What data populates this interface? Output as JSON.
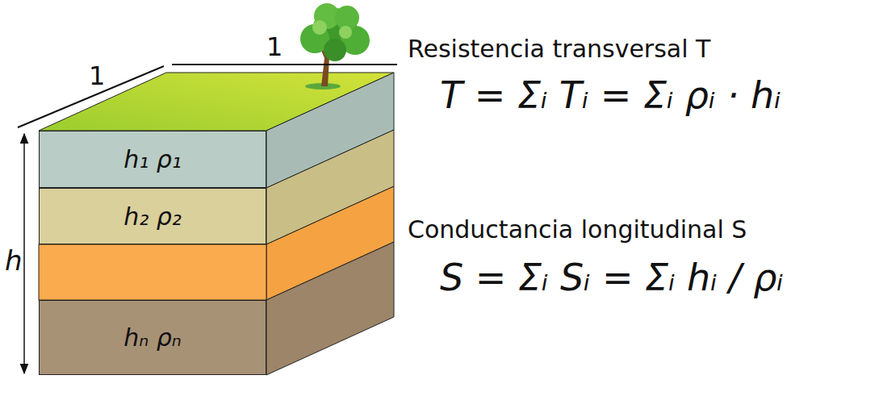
{
  "diagram": {
    "nodes": [
      {
        "text": [
          "h₁ ρ₁"
        ]
      },
      {
        "text": [
          "h₂ ρ₂"
        ]
      },
      {
        "text": [
          "hₙ ρₙ"
        ]
      }
    ],
    "labels": [
      "1",
      "1",
      "h",
      "Resistencia transversal T",
      "T = Σᵢ Tᵢ = Σᵢ ρᵢ · hᵢ",
      "Conductancia longitudinal S",
      "S = Σᵢ Sᵢ = Σᵢ hᵢ / ρᵢ"
    ]
  }
}
